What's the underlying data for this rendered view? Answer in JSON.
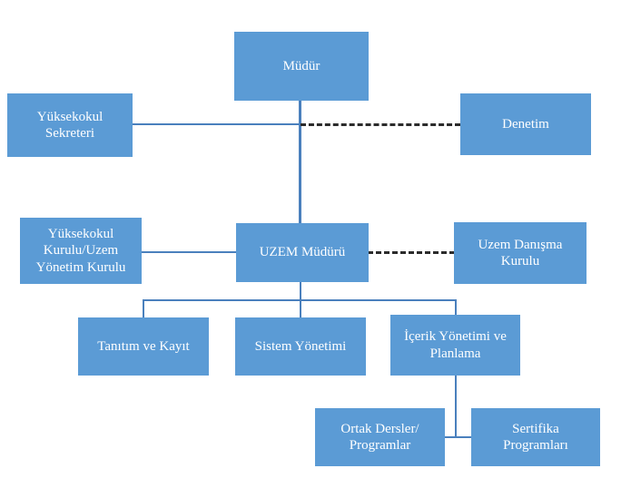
{
  "diagram": {
    "title": "UZEM Organizasyon Semasi",
    "palette": {
      "node_fill": "#5B9BD5",
      "node_text": "#FFFFFF",
      "solid_line": "#4A80BD",
      "dashed_line": "#2B2B2B",
      "background": "#FFFFFF"
    },
    "nodes": [
      {
        "id": "mudur",
        "label": "Müdür"
      },
      {
        "id": "yuksekokul-sek",
        "label": "Yüksekokul\nSekreteri"
      },
      {
        "id": "denetim",
        "label": "Denetim"
      },
      {
        "id": "yuksekokul-kurulu",
        "label": "Yüksekokul\nKurulu/Uzem\nYönetim Kurulu"
      },
      {
        "id": "uzem-muduru",
        "label": "UZEM Müdürü"
      },
      {
        "id": "uzem-danisma",
        "label": "Uzem Danışma\nKurulu"
      },
      {
        "id": "tanitim-kayit",
        "label": "Tanıtım ve Kayıt"
      },
      {
        "id": "sistem-yonetimi",
        "label": "Sistem Yönetimi"
      },
      {
        "id": "icerik-yonetimi",
        "label": "İçerik Yönetimi ve\nPlanlama"
      },
      {
        "id": "ortak-dersler",
        "label": "Ortak Dersler/\nProgramlar"
      },
      {
        "id": "sertifika",
        "label": "Sertifika\nProgramları"
      }
    ],
    "edges": [
      {
        "from": "mudur",
        "to": "uzem-muduru",
        "style": "solid"
      },
      {
        "from": "yuksekokul-sek",
        "to": "mudur",
        "style": "solid"
      },
      {
        "from": "mudur",
        "to": "denetim",
        "style": "dashed"
      },
      {
        "from": "yuksekokul-kurulu",
        "to": "uzem-muduru",
        "style": "solid"
      },
      {
        "from": "uzem-muduru",
        "to": "uzem-danisma",
        "style": "dashed"
      },
      {
        "from": "uzem-muduru",
        "to": "tanitim-kayit",
        "style": "solid"
      },
      {
        "from": "uzem-muduru",
        "to": "sistem-yonetimi",
        "style": "solid"
      },
      {
        "from": "uzem-muduru",
        "to": "icerik-yonetimi",
        "style": "solid"
      },
      {
        "from": "icerik-yonetimi",
        "to": "ortak-dersler",
        "style": "solid"
      },
      {
        "from": "icerik-yonetimi",
        "to": "sertifika",
        "style": "solid"
      }
    ]
  }
}
